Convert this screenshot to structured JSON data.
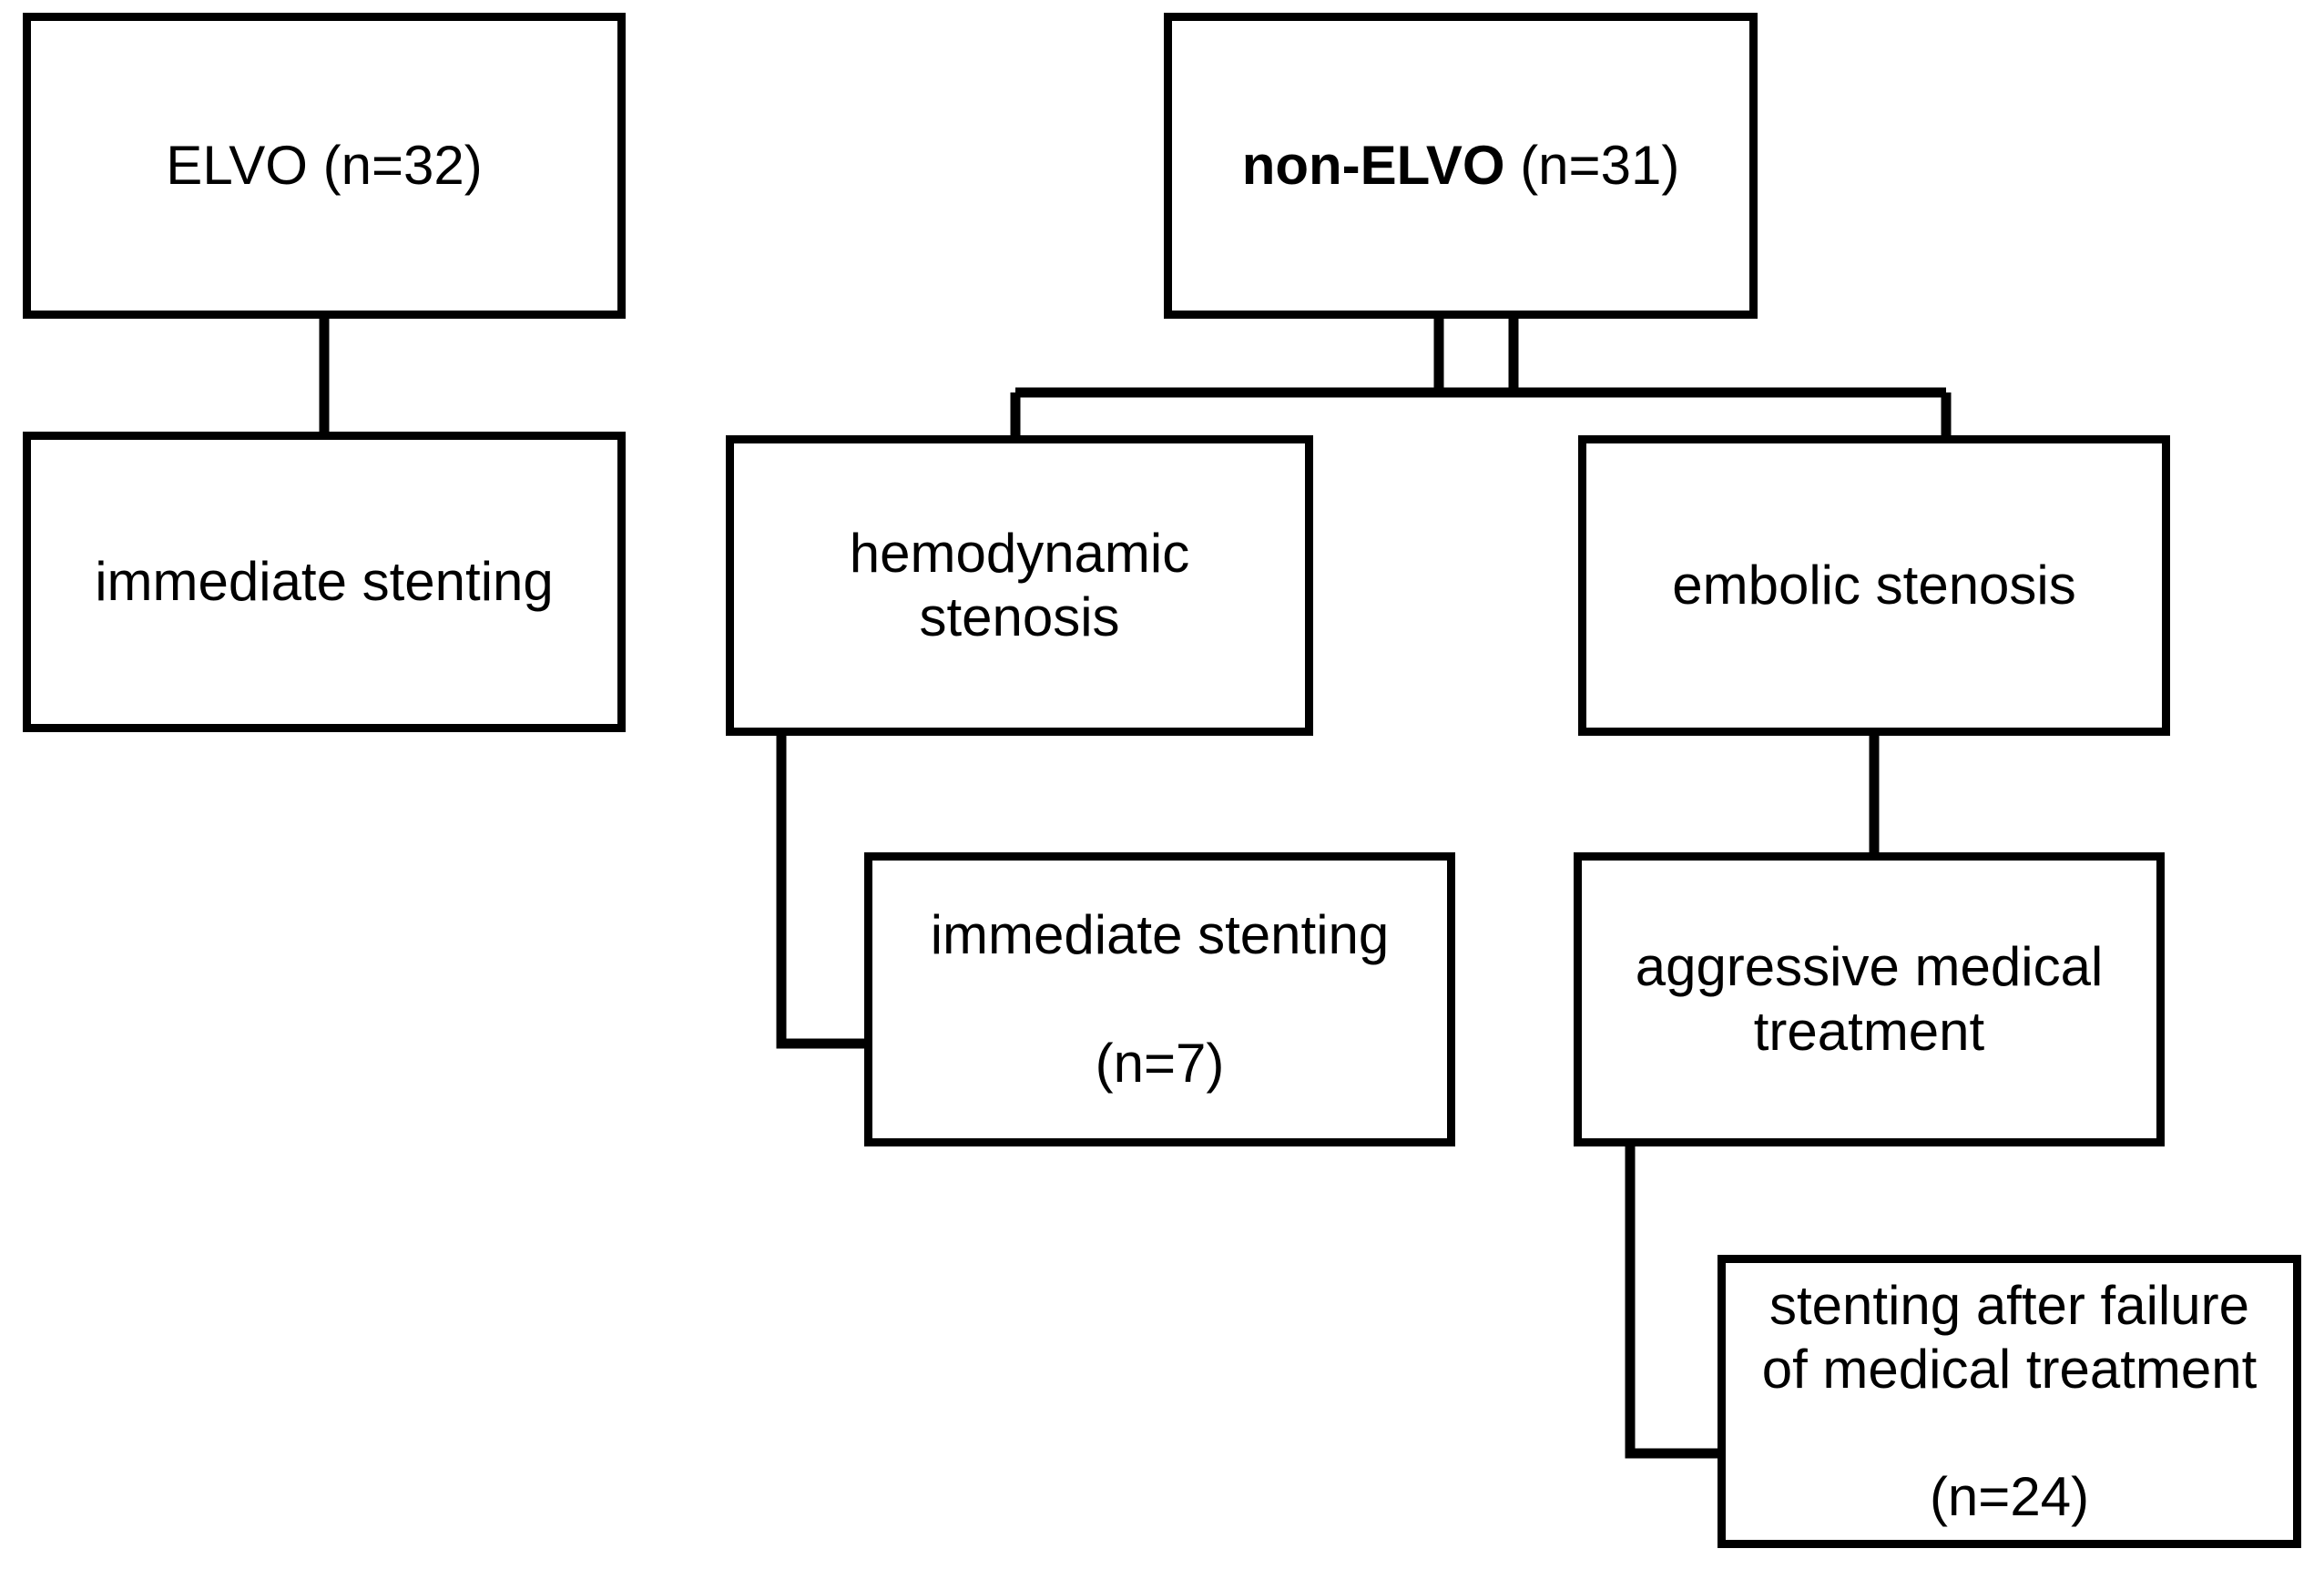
{
  "diagram": {
    "type": "flowchart",
    "title": "",
    "background_color": "#ffffff",
    "line_color": "#000000",
    "text_color": "#000000",
    "nodes": [
      {
        "id": "elvo",
        "label": "ELVO (n=32)",
        "bold_prefix": "",
        "rest": "ELVO (n=32)",
        "n": 32
      },
      {
        "id": "elvo-immediate-stenting",
        "label": "immediate stenting",
        "bold_prefix": "",
        "rest": "immediate stenting",
        "n": null
      },
      {
        "id": "non-elvo",
        "label": "non-ELVO (n=31)",
        "bold_prefix": "non-ELVO",
        "rest": " (n=31)",
        "n": 31
      },
      {
        "id": "hemodynamic-stenosis",
        "label": "hemodynamic\nstenosis",
        "bold_prefix": "",
        "rest": "hemodynamic\nstenosis",
        "n": null
      },
      {
        "id": "embolic-stenosis",
        "label": "embolic stenosis",
        "bold_prefix": "",
        "rest": "embolic stenosis",
        "n": null
      },
      {
        "id": "hemodynamic-immediate-stenting",
        "label": "immediate stenting\n\n(n=7)",
        "bold_prefix": "",
        "rest": "immediate stenting\n\n(n=7)",
        "n": 7
      },
      {
        "id": "aggressive-medical-treatment",
        "label": "aggressive medical\ntreatment",
        "bold_prefix": "",
        "rest": "aggressive medical\ntreatment",
        "n": null
      },
      {
        "id": "stenting-after-failure",
        "label": "stenting after failure\nof medical treatment\n\n(n=24)",
        "bold_prefix": "",
        "rest": "stenting after failure\nof medical treatment\n\n(n=24)",
        "n": 24
      }
    ],
    "edges": [
      {
        "from": "elvo",
        "to": "elvo-immediate-stenting",
        "style": "straight-vertical"
      },
      {
        "from": "non-elvo",
        "to": "hemodynamic-stenosis",
        "style": "split-branch"
      },
      {
        "from": "non-elvo",
        "to": "embolic-stenosis",
        "style": "split-branch"
      },
      {
        "from": "hemodynamic-stenosis",
        "to": "hemodynamic-immediate-stenting",
        "style": "elbow-down-right"
      },
      {
        "from": "embolic-stenosis",
        "to": "aggressive-medical-treatment",
        "style": "straight-vertical"
      },
      {
        "from": "aggressive-medical-treatment",
        "to": "stenting-after-failure",
        "style": "elbow-down-right"
      }
    ]
  }
}
